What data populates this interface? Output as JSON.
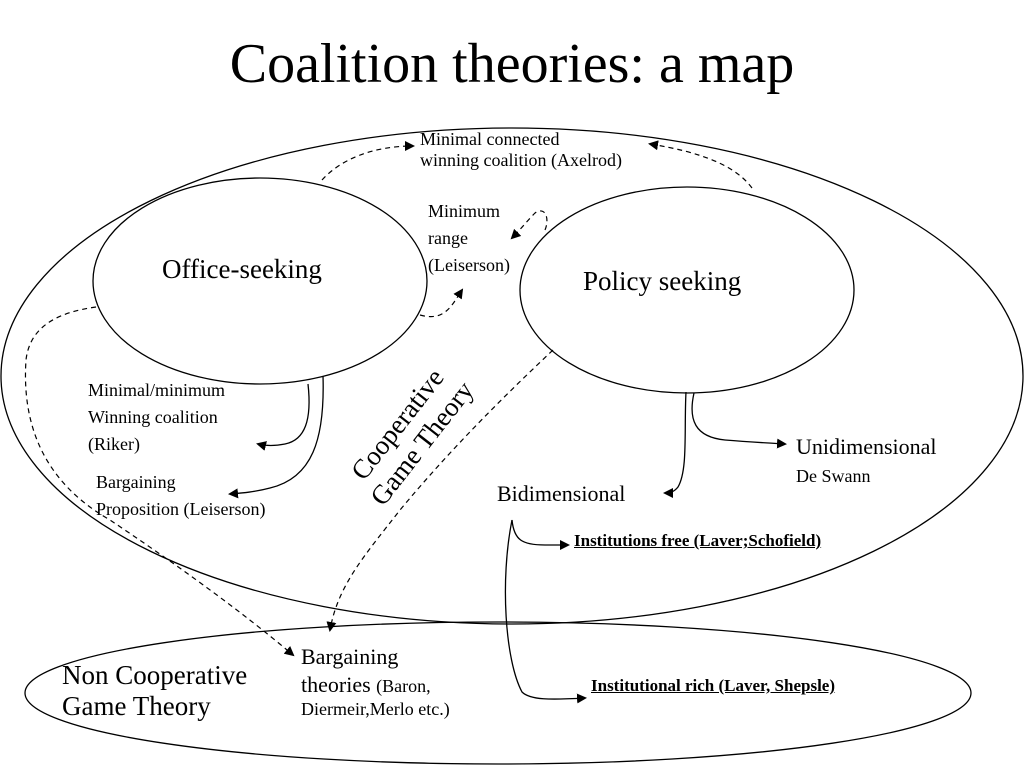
{
  "title": "Coalition theories: a map",
  "nodes": {
    "office": "Office-seeking",
    "policy": "Policy seeking",
    "cooperative_l1": "Cooperative",
    "cooperative_l2": "Game Theory",
    "noncoop_l1": "Non Cooperative",
    "noncoop_l2": "Game Theory"
  },
  "labels": {
    "min_connected_l1": "Minimal connected",
    "min_connected_l2": "winning coalition (Axelrod)",
    "min_range_l1": "Minimum",
    "min_range_l2": "range",
    "min_range_l3": "(Leiserson)",
    "min_winning_l1": "Minimal/minimum",
    "min_winning_l2": "Winning coalition",
    "min_winning_l3": "(Riker)",
    "bargaining_prop_l1": "Bargaining",
    "bargaining_prop_l2": "Proposition (Leiserson)",
    "unidimensional": "Unidimensional",
    "de_swann": "De Swann",
    "bidimensional": "Bidimensional",
    "institutions_free": "Institutions free (Laver;Schofield)",
    "institutional_rich": "Institutional rich (Laver, Shepsle)",
    "bargaining_theories_l1": "Bargaining",
    "bargaining_theories_l2a": "theories",
    "bargaining_theories_l2b": "(Baron,",
    "bargaining_theories_l3": "Diermeir,Merlo etc.)"
  }
}
